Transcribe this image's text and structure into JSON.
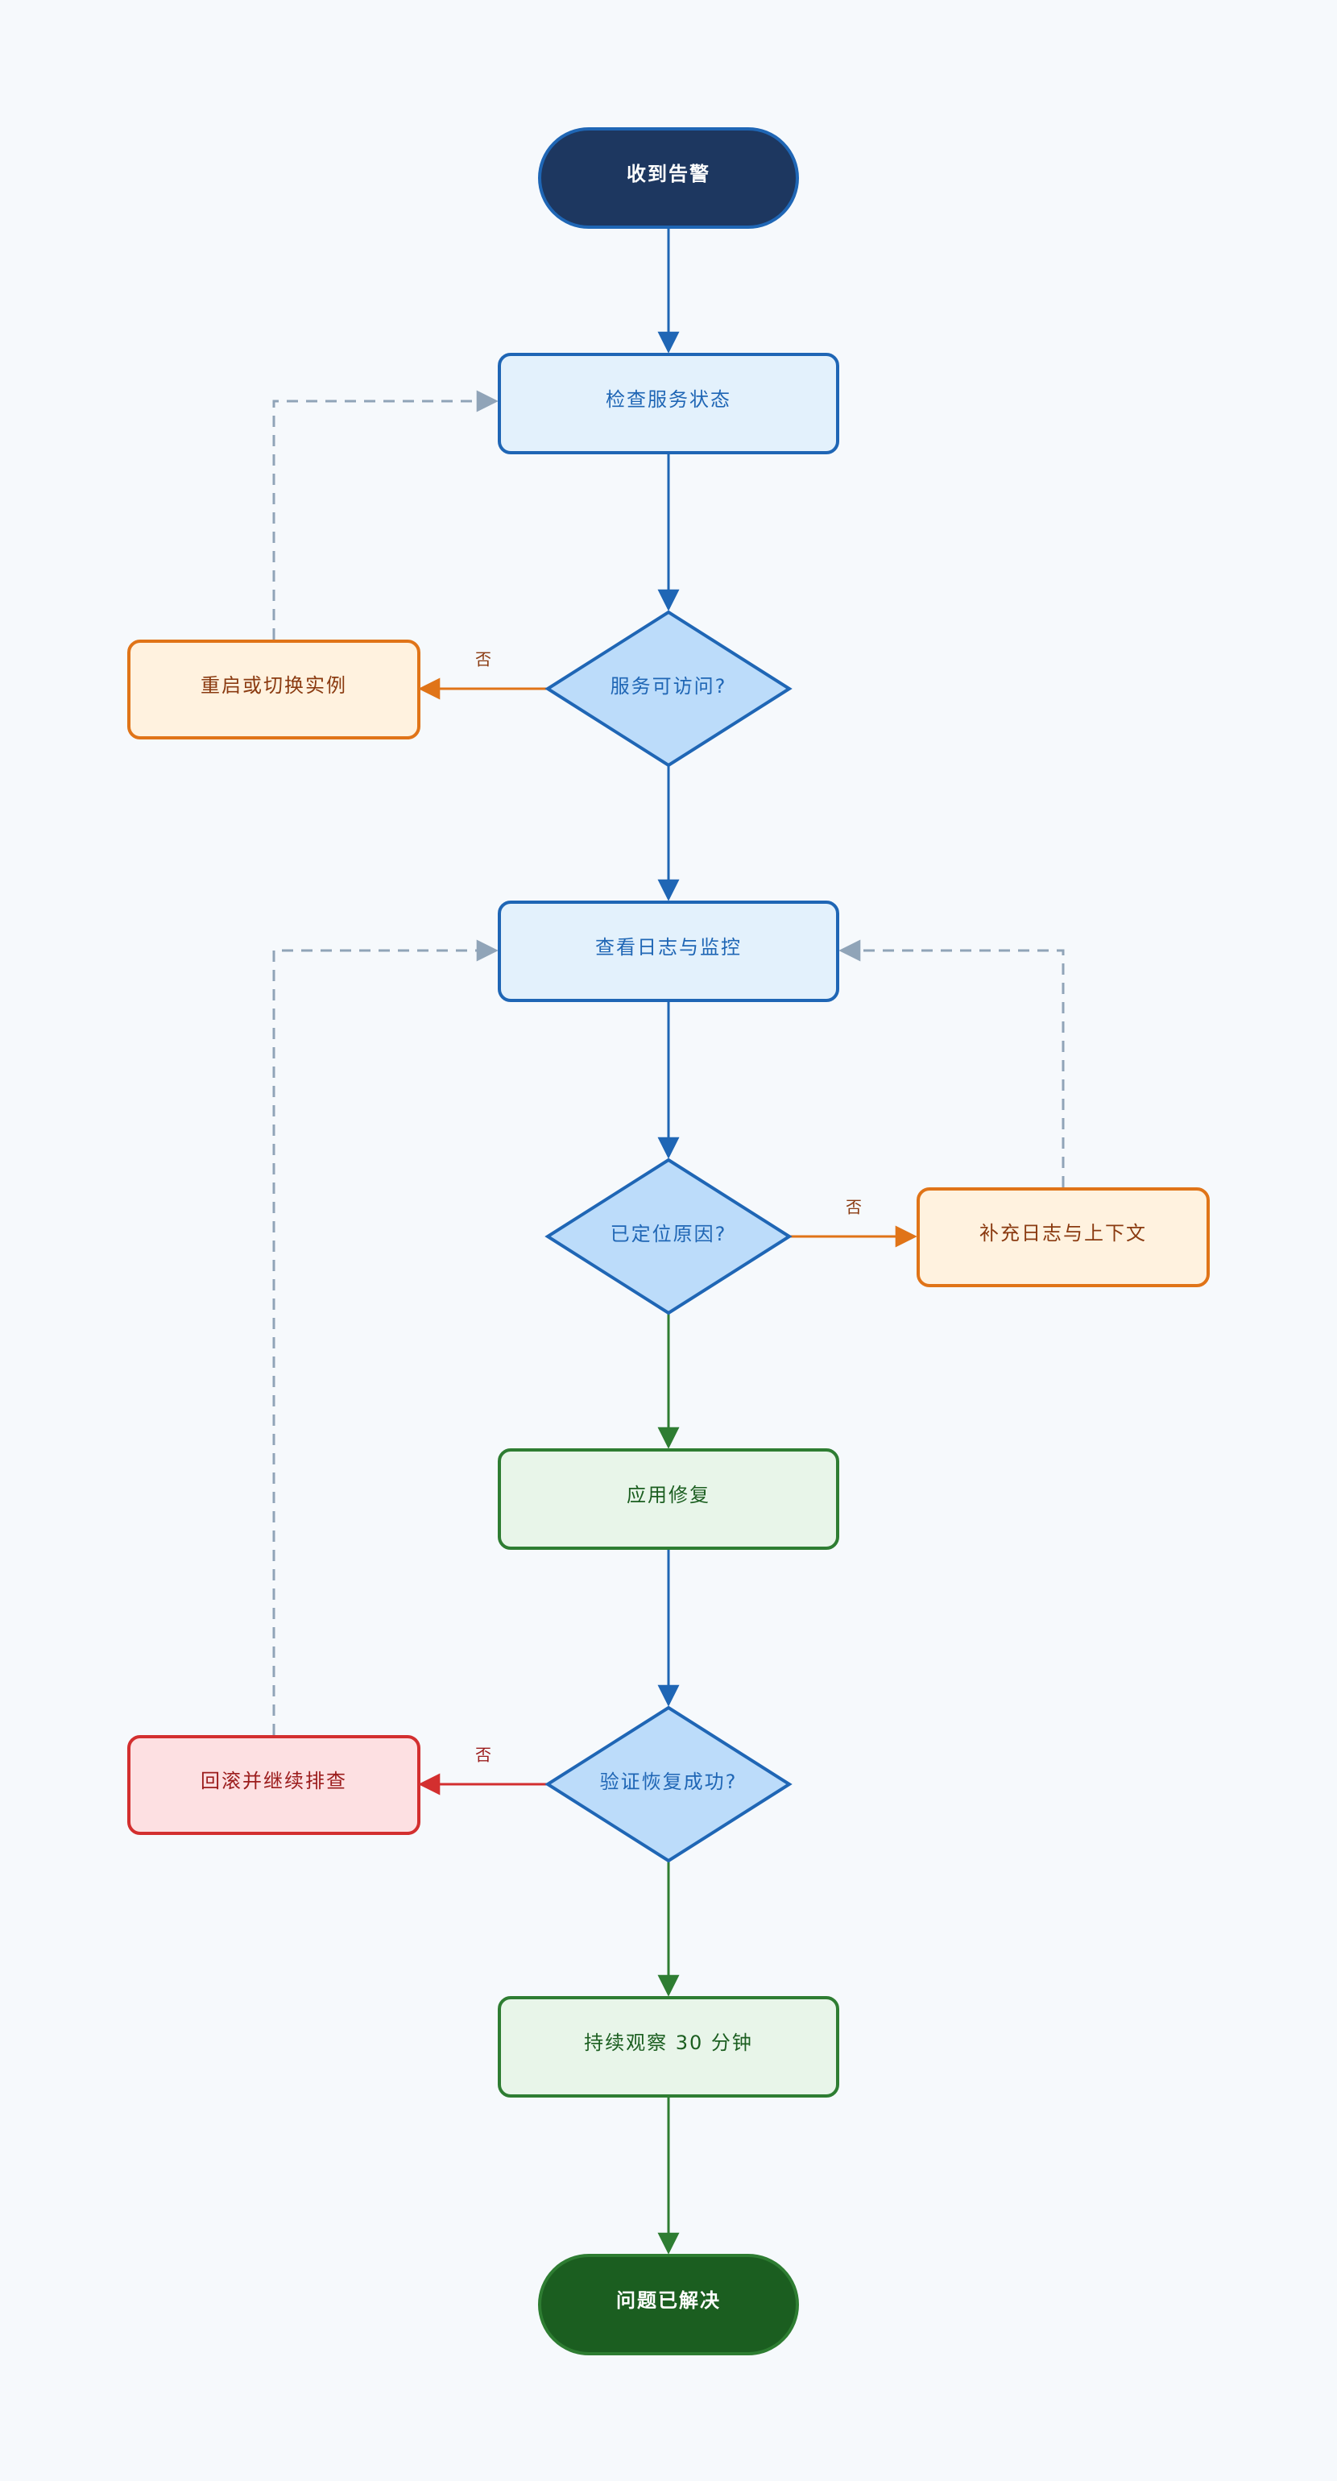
{
  "diagram": {
    "type": "flowchart",
    "nodes": {
      "start": {
        "label": "收到告警",
        "kind": "terminal-start"
      },
      "check_service": {
        "label": "检查服务状态",
        "kind": "process-blue"
      },
      "service_accessible": {
        "label": "服务可访问?",
        "kind": "decision"
      },
      "restart": {
        "label": "重启或切换实例",
        "kind": "process-orange"
      },
      "view_logs": {
        "label": "查看日志与监控",
        "kind": "process-blue"
      },
      "cause_located": {
        "label": "已定位原因?",
        "kind": "decision"
      },
      "add_logs": {
        "label": "补充日志与上下文",
        "kind": "process-orange"
      },
      "apply_fix": {
        "label": "应用修复",
        "kind": "process-green"
      },
      "verify": {
        "label": "验证恢复成功?",
        "kind": "decision"
      },
      "rollback": {
        "label": "回滚并继续排查",
        "kind": "process-red"
      },
      "observe": {
        "label": "持续观察 30 分钟",
        "kind": "process-green"
      },
      "end": {
        "label": "问题已解决",
        "kind": "terminal-end"
      }
    },
    "edges": [
      {
        "from": "start",
        "to": "check_service",
        "label": ""
      },
      {
        "from": "check_service",
        "to": "service_accessible",
        "label": ""
      },
      {
        "from": "service_accessible",
        "to": "restart",
        "label": "否"
      },
      {
        "from": "restart",
        "to": "check_service",
        "label": "",
        "style": "dashed"
      },
      {
        "from": "service_accessible",
        "to": "view_logs",
        "label": ""
      },
      {
        "from": "view_logs",
        "to": "cause_located",
        "label": ""
      },
      {
        "from": "cause_located",
        "to": "add_logs",
        "label": "否"
      },
      {
        "from": "add_logs",
        "to": "view_logs",
        "label": "",
        "style": "dashed"
      },
      {
        "from": "cause_located",
        "to": "apply_fix",
        "label": ""
      },
      {
        "from": "apply_fix",
        "to": "verify",
        "label": ""
      },
      {
        "from": "verify",
        "to": "rollback",
        "label": "否"
      },
      {
        "from": "rollback",
        "to": "view_logs",
        "label": "",
        "style": "dashed"
      },
      {
        "from": "verify",
        "to": "observe",
        "label": ""
      },
      {
        "from": "observe",
        "to": "end",
        "label": ""
      }
    ],
    "colors": {
      "background": "#f6f9fc",
      "blue_stroke": "#1f66b5",
      "blue_fill": "#e3f1fc",
      "decision_fill": "#bcdcfa",
      "dark_navy": "#1d3760",
      "orange_stroke": "#e07418",
      "orange_fill": "#fff2df",
      "orange_text": "#8a3a10",
      "green_stroke": "#2e7d32",
      "green_fill": "#e8f5e9",
      "green_text": "#1b5e20",
      "dark_green": "#1b5e20",
      "red_stroke": "#d32f2f",
      "red_fill": "#fde0e2",
      "red_text": "#9b1c1c",
      "dashed_gray": "#90a4b8",
      "white_text": "#ffffff"
    }
  }
}
